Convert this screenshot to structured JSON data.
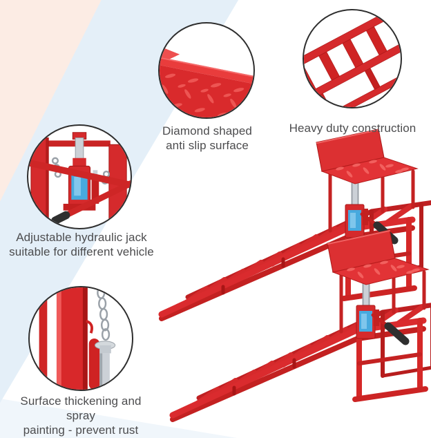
{
  "callouts": [
    {
      "id": "anti-slip-surface",
      "lines": [
        "Diamond shaped",
        "anti slip surface"
      ]
    },
    {
      "id": "heavy-duty",
      "lines": [
        "Heavy duty construction"
      ]
    },
    {
      "id": "hydraulic-jack",
      "lines": [
        "Adjustable hydraulic jack",
        "suitable for different vehicle"
      ]
    },
    {
      "id": "rust-protection",
      "lines": [
        "Surface thickening and spray",
        "painting - prevent rust"
      ]
    }
  ],
  "colors": {
    "ramp_red": "#d52a2c",
    "ramp_red_dark": "#a91818",
    "ramp_red_light": "#f05c5c",
    "jack_label_blue": "#47a9de",
    "chrome": "#ccd1d7",
    "handle_grip": "#2f2f2f",
    "background_pink": "#fcece4",
    "background_blue": "#e4eff8",
    "background_white": "#ffffff",
    "circle_border": "#2e2e2e",
    "label_text": "#4c4c4e"
  }
}
